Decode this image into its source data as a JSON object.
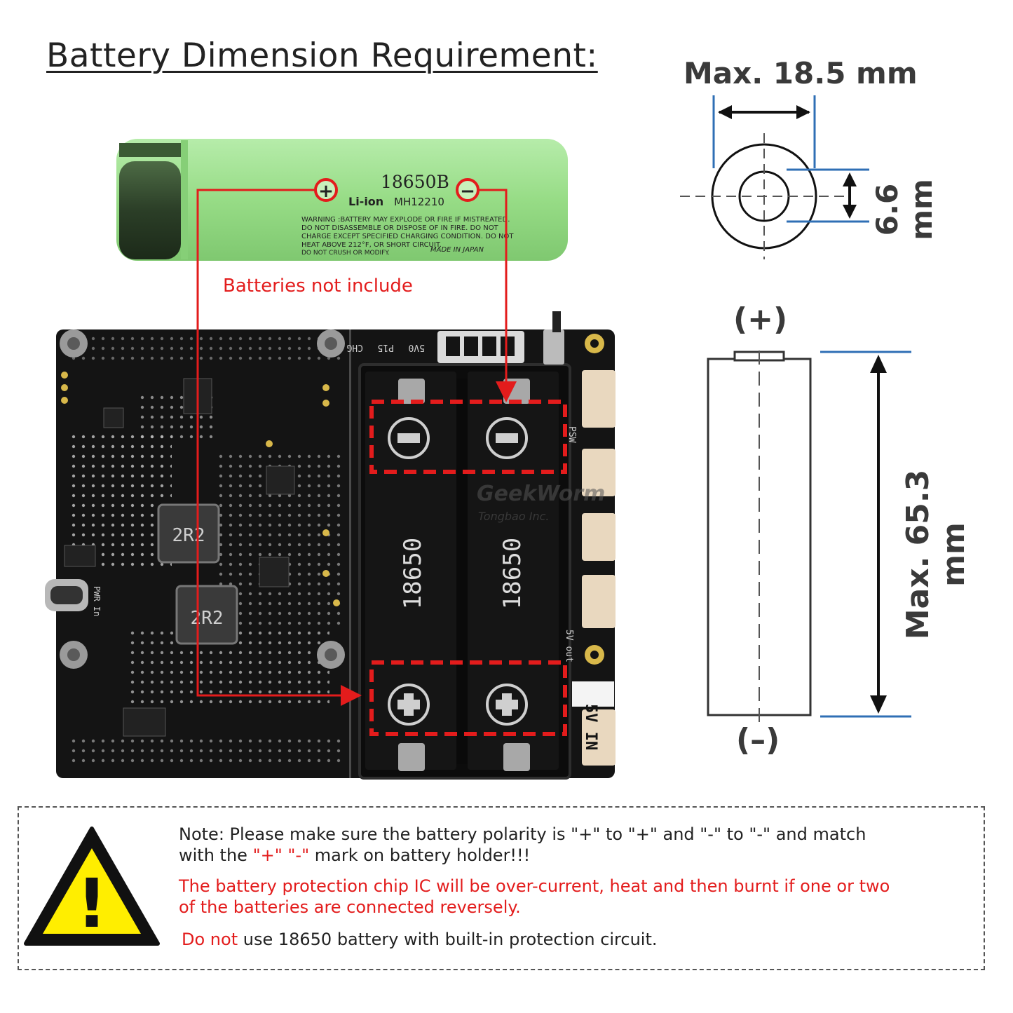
{
  "title": "Battery Dimension Requirement:",
  "battery": {
    "model": "18650B",
    "type": "Li-ion",
    "code": "MH12210",
    "warning_lines": [
      "WARNING :BATTERY MAY EXPLODE OR FIRE IF MISTREATED.",
      "DO NOT DISASSEMBLE OR DISPOSE OF IN FIRE. DO NOT",
      "CHARGE EXCEPT SPECIFIED CHARGING CONDITION. DO NOT",
      "HEAT ABOVE 212°F, OR SHORT CIRCUIT.",
      "DO NOT CRUSH OR MODIFY."
    ],
    "made_in": "MADE IN JAPAN",
    "plus_symbol": "+",
    "minus_symbol": "−"
  },
  "batteries_note": "Batteries not include",
  "board": {
    "pin_labels": [
      "CHG",
      "P15",
      "5V0"
    ],
    "inductor_label": "2R2",
    "holder_label": "18650",
    "psw_label": "PSW",
    "out_label": "5V out",
    "vin_label": "5V IN",
    "pwr_label": "PWR In",
    "plus_minus": [
      "-",
      "+"
    ],
    "watermark": "GeekWorm",
    "watermark_sub": "Tongbao Inc."
  },
  "dimensions": {
    "diameter_label": "Max. 18.5 mm",
    "terminal_label": "6.6 mm",
    "length_label": "Max. 65.3 mm",
    "positive_label": "(+)",
    "negative_label": "(–)"
  },
  "note": {
    "line1": "Note: Please make sure the battery polarity is \"+\" to \"+\" and \"-\" to \"-\" and match",
    "line2_pre": "with the ",
    "line2_plus": "\"+\"",
    "line2_minus": "\"-\"",
    "line2_post": " mark on battery holder!!!",
    "warn1": "The battery protection chip IC will be over-current, heat and then burnt if one or two",
    "warn2": "of the batteries are connected reversely.",
    "donot_red": "Do not",
    "donot_rest": " use 18650 battery with built-in protection circuit.",
    "exclamation": "!"
  },
  "colors": {
    "accent_red": "#e31c1c",
    "battery_green": "#9be08a",
    "pcb_black": "#121212",
    "warning_yellow": "#ffee00",
    "dimension_blue": "#2f6fb5"
  }
}
